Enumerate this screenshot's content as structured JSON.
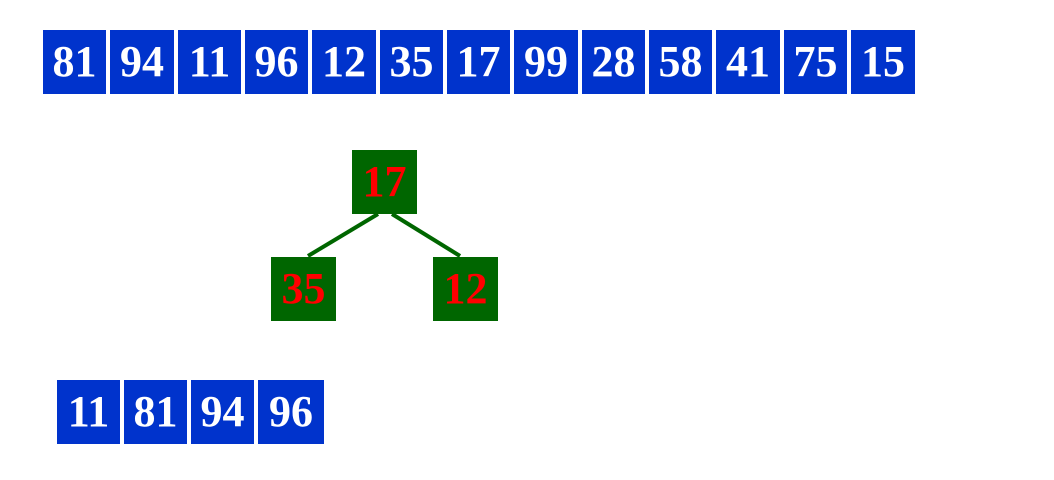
{
  "input_array": [
    "81",
    "94",
    "11",
    "96",
    "12",
    "35",
    "17",
    "99",
    "28",
    "58",
    "41",
    "75",
    "15"
  ],
  "heap": {
    "root": "17",
    "left_child": "35",
    "right_child": "12"
  },
  "output_array": [
    "11",
    "81",
    "94",
    "96"
  ],
  "colors": {
    "array_cell": "#0033cc",
    "array_text": "#ffffff",
    "heap_node": "#006600",
    "heap_text": "#ff0000",
    "edge": "#006600"
  }
}
